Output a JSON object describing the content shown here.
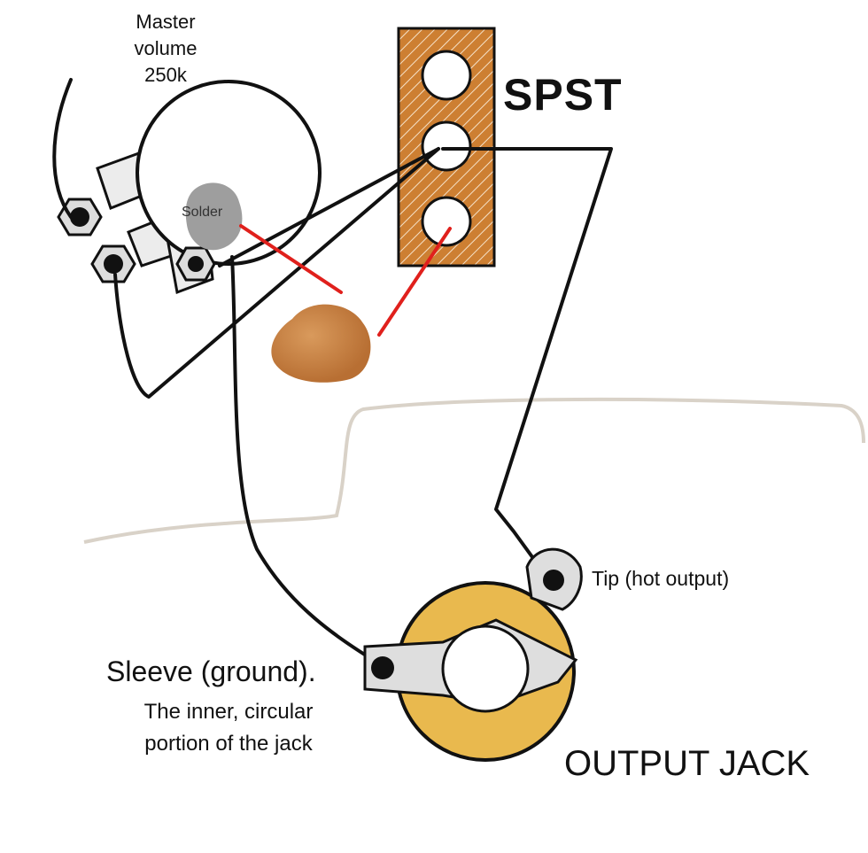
{
  "pot": {
    "label_line1": "Master",
    "label_line2": "volume",
    "label_line3": "250k",
    "solder_label": "Solder"
  },
  "switch": {
    "label": "SPST"
  },
  "jack": {
    "label": "OUTPUT JACK",
    "tip_label": "Tip (hot output)",
    "sleeve_label": "Sleeve (ground).",
    "sleeve_desc_line1": "The inner, circular",
    "sleeve_desc_line2": "portion of the jack"
  },
  "colors": {
    "switch_body": "#cd7f32",
    "capacitor": "#c07a3c",
    "jack_ring": "#e9b94e",
    "wire_black": "#111111",
    "wire_red": "#e0201c",
    "solder_blob": "#9e9e9e"
  }
}
